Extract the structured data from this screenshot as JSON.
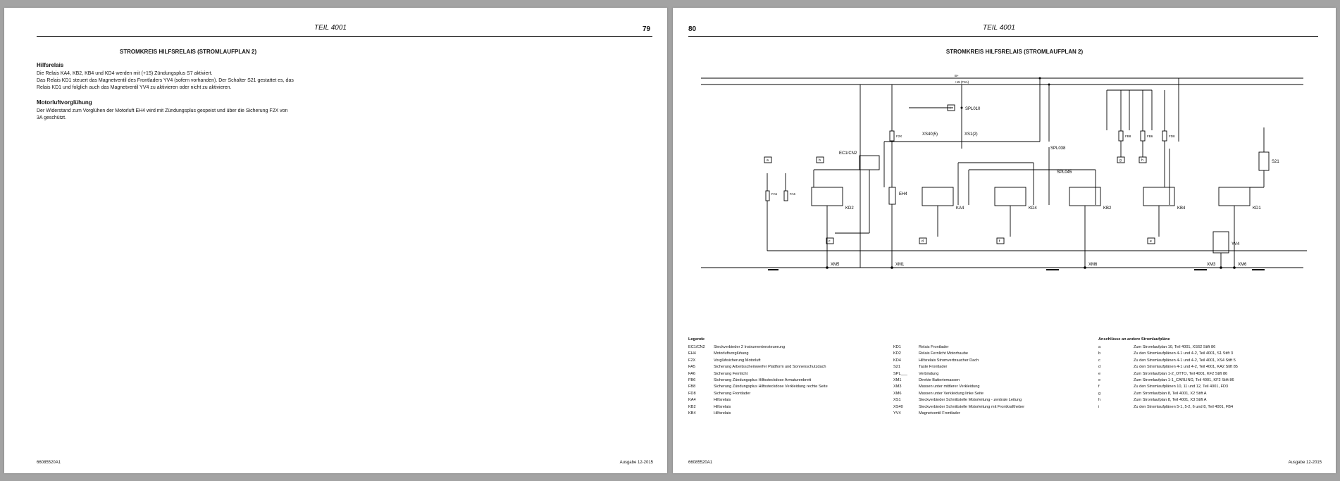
{
  "left_page": {
    "header_title": "TEIL 4001",
    "page_number": "79",
    "circuit_title": "STROMKREIS HILFSRELAIS (STROMLAUFPLAN 2)",
    "sections": [
      {
        "heading": "Hilfsrelais",
        "lines": [
          "Die Relais KA4, KB2, KB4 und KD4 werden mit (+15) Zündungsplus S7 aktiviert.",
          "Das Relais KD1 steuert das Magnetventil des Frontladers YV4 (sofern vorhanden). Der Schalter S21 gestattet es, das",
          "Relais KD1 und folglich auch das Magnetventil YV4 zu aktivieren oder nicht zu aktivieren."
        ]
      },
      {
        "heading": "Motorluftvorglühung",
        "lines": [
          "Der Widerstand zum Vorglühen der Motorluft EH4 wird mit Zündungsplus gespeist und über die Sicherung F2X von",
          "3A geschützt."
        ]
      }
    ],
    "footer_left": "66085520A1",
    "footer_right": "Ausgabe 12-2015"
  },
  "right_page": {
    "header_title": "TEIL 4001",
    "page_number": "80",
    "circuit_title": "STROMKREIS HILFSRELAIS (STROMLAUFPLAN 2)",
    "diagram": {
      "bus_labels": [
        "B+",
        "+15 (F3A)"
      ],
      "relays": [
        "KD2",
        "KA4",
        "KD4",
        "KB2",
        "KB4",
        "KD1"
      ],
      "splices": [
        "SPL010",
        "SPL038",
        "SPL045"
      ],
      "connectors": [
        "EC1/CN2",
        "XS40(5)",
        "XS1(2)"
      ],
      "grounds": [
        "XM5",
        "XM1",
        "XM6",
        "XM3",
        "XM6"
      ],
      "refs": [
        "a",
        "b",
        "c",
        "d",
        "e",
        "f",
        "g",
        "h",
        "i"
      ],
      "fuses": [
        "F2X",
        "FA5",
        "FA6",
        "FB8",
        "FB6",
        "FD8"
      ],
      "components": [
        "EH4",
        "S21",
        "YV4"
      ]
    },
    "legend_title": "Legende",
    "legend_col1": [
      {
        "code": "EC1/CN2",
        "text": "Steckverbinder 2 Instrumentensteuerung"
      },
      {
        "code": "EH4",
        "text": "Motorluftvorglühung"
      },
      {
        "code": "F2X",
        "text": "Vorglühsicherung Motorluft"
      },
      {
        "code": "FA5",
        "text": "Sicherung Arbeitsscheinwerfer Plattform und Sonnenschutzdach"
      },
      {
        "code": "FA6",
        "text": "Sicherung Fernlicht"
      },
      {
        "code": "FB6",
        "text": "Sicherung Zündungsplus Hilfssteckdose Armaturenbrett"
      },
      {
        "code": "FB8",
        "text": "Sicherung Zündungsplus Hilfssteckdose Verkleidung rechte Seite"
      },
      {
        "code": "FD8",
        "text": "Sicherung Frontlader"
      },
      {
        "code": "KA4",
        "text": "Hilfsrelais"
      },
      {
        "code": "KB2",
        "text": "Hilfsrelais"
      },
      {
        "code": "KB4",
        "text": "Hilfsrelais"
      }
    ],
    "legend_col2": [
      {
        "code": "KD1",
        "text": "Relais Frontlader"
      },
      {
        "code": "KD2",
        "text": "Relais Fernlicht Motorhaube"
      },
      {
        "code": "KD4",
        "text": "Hilfsrelais Stromverbraucher Dach"
      },
      {
        "code": "S21",
        "text": "Taste Frontlader"
      },
      {
        "code": "SPL___",
        "text": "Verbindung"
      },
      {
        "code": "XM1",
        "text": "Direkte Batteriemassen"
      },
      {
        "code": "XM3",
        "text": "Massen unter mittlerer Verkleidung"
      },
      {
        "code": "XM6",
        "text": "Massen unter Verkleidung linke Seite"
      },
      {
        "code": "XS1",
        "text": "Steckverbinder Schnittstelle Motorleitung - zentrale Leitung"
      },
      {
        "code": "XS40",
        "text": "Steckverbinder Schnittstelle Motorleitung mit Frontkraftheber"
      },
      {
        "code": "YV4",
        "text": "Magnetventil Frontlader"
      }
    ],
    "legend_col3_title": "Anschlüsse an andere Stromlaufpläne",
    "legend_col3": [
      {
        "code": "a",
        "text": "Zum Stromlaufplan 10, Teil 4001, XS62 Stift 86"
      },
      {
        "code": "b",
        "text": "Zu den Stromlaufplänen 4-1 und 4-2, Teil 4001, S1 Stift 3"
      },
      {
        "code": "c",
        "text": "Zu den Stromlaufplänen 4-1 und 4-2, Teil 4001, XS4 Stift 5"
      },
      {
        "code": "d",
        "text": "Zu den Stromlaufplänen 4-1 und 4-2, Teil 4001, KA2 Stift 85"
      },
      {
        "code": "e",
        "text": "Zum Stromlaufplan 1-2_OTTO, Teil 4001, KF2 Stift 86"
      },
      {
        "code": "e",
        "text": "Zum Stromlaufplan 1-1_CARLING, Teil 4001, KF2 Stift 86"
      },
      {
        "code": "f",
        "text": "Zu den Stromlaufplänen 10, 11 und 12, Teil 4001, FD3"
      },
      {
        "code": "g",
        "text": "Zum Stromlaufplan 8, Teil 4001, X2 Stift A"
      },
      {
        "code": "h",
        "text": "Zum Stromlaufplan 8, Teil 4001, X3 Stift A"
      },
      {
        "code": "i",
        "text": "Zu den Stromlaufplänen 5-1, 5-2, 6 und 8, Teil 4001, FB4"
      }
    ],
    "footer_left": "66085520A1",
    "footer_right": "Ausgabe 12-2015"
  }
}
